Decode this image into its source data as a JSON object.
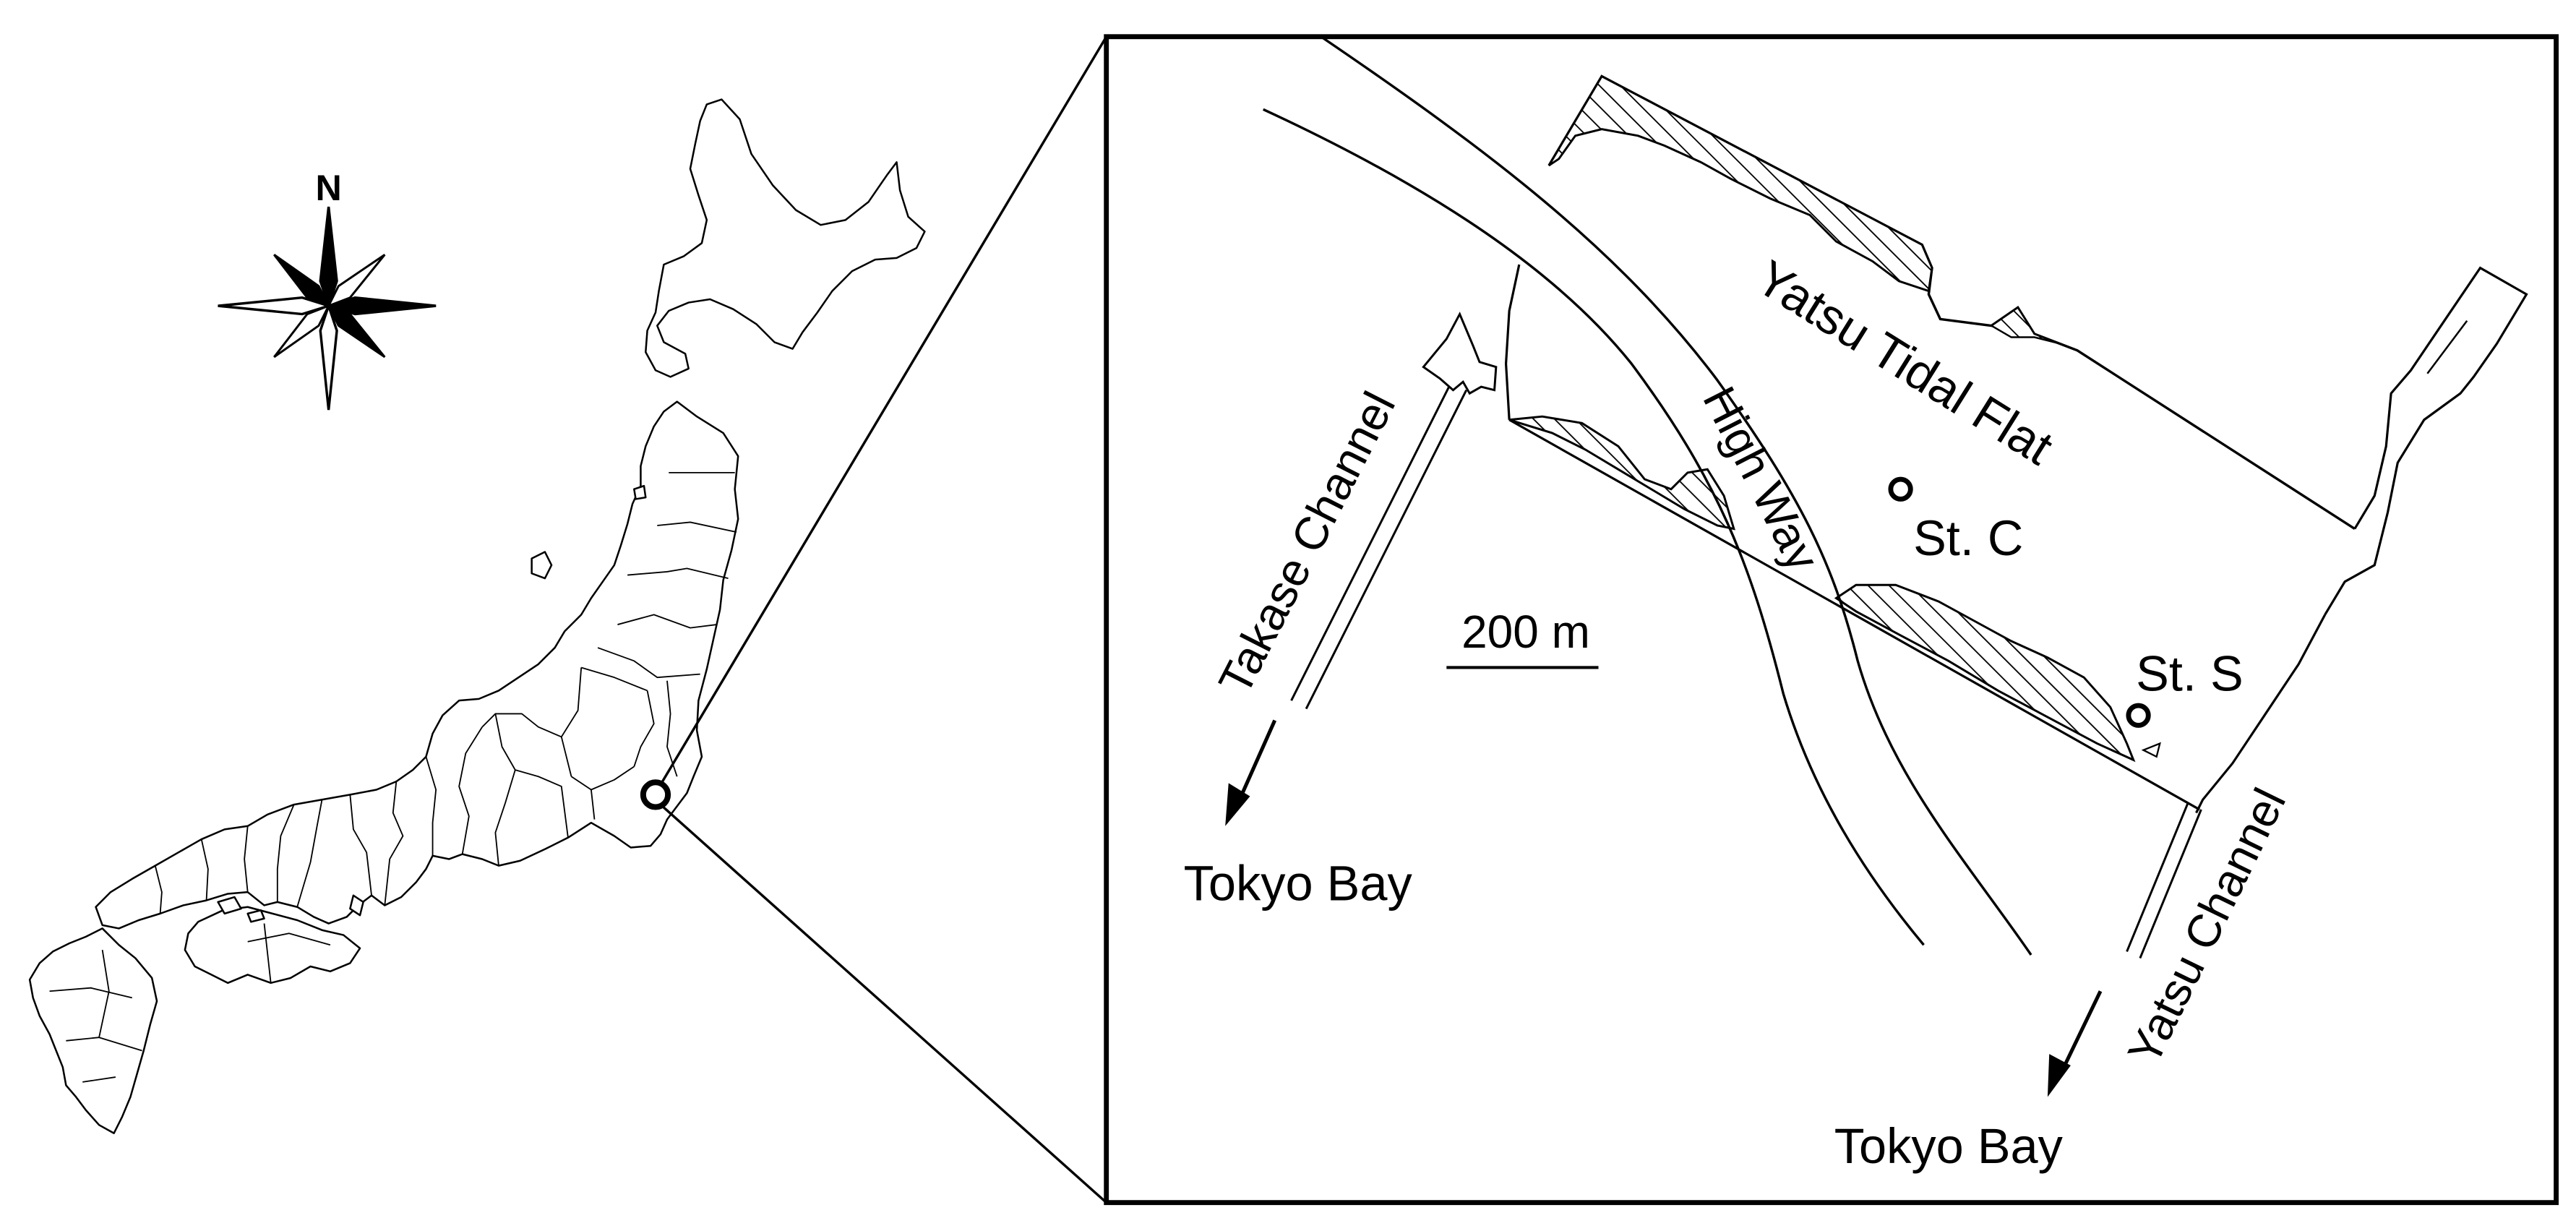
{
  "compass": {
    "north_label": "N",
    "icon": "compass-rose-icon"
  },
  "overview_map": {
    "site_marker_icon": "circle-marker-icon"
  },
  "inset_map": {
    "tidal_flat_label": "Yatsu Tidal Flat",
    "highway_label": "High Way",
    "takase_channel_label": "Takase Channel",
    "yatsu_channel_label": "Yatsu Channel",
    "tokyo_bay_label_left": "Tokyo Bay",
    "tokyo_bay_label_right": "Tokyo Bay",
    "station_c_label": "St. C",
    "station_s_label": "St. S",
    "scale_label": "200 m"
  },
  "colors": {
    "ink": "#000000",
    "background": "#ffffff"
  }
}
